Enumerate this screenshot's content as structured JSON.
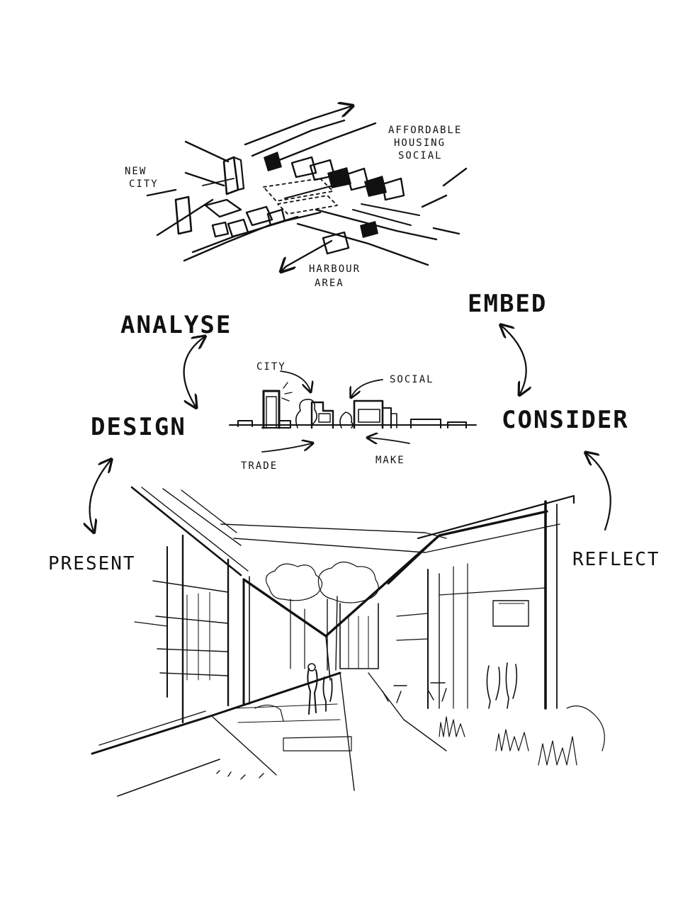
{
  "stages": {
    "analyse": "ANALYSE",
    "embed": "EMBED",
    "design": "DESIGN",
    "consider": "CONSIDER",
    "present": "PRESENT",
    "reflect": "REFLECT"
  },
  "map_labels": {
    "affordable_line1": "AFFORDABLE",
    "affordable_line2": "HOUSING",
    "affordable_line3": "SOCIAL",
    "new_city_line1": "NEW",
    "new_city_line2": "CITY",
    "harbour_line1": "HARBOUR",
    "harbour_line2": "AREA"
  },
  "section_labels": {
    "city": "CITY",
    "social": "SOCIAL",
    "trade": "TRADE",
    "make": "MAKE"
  }
}
